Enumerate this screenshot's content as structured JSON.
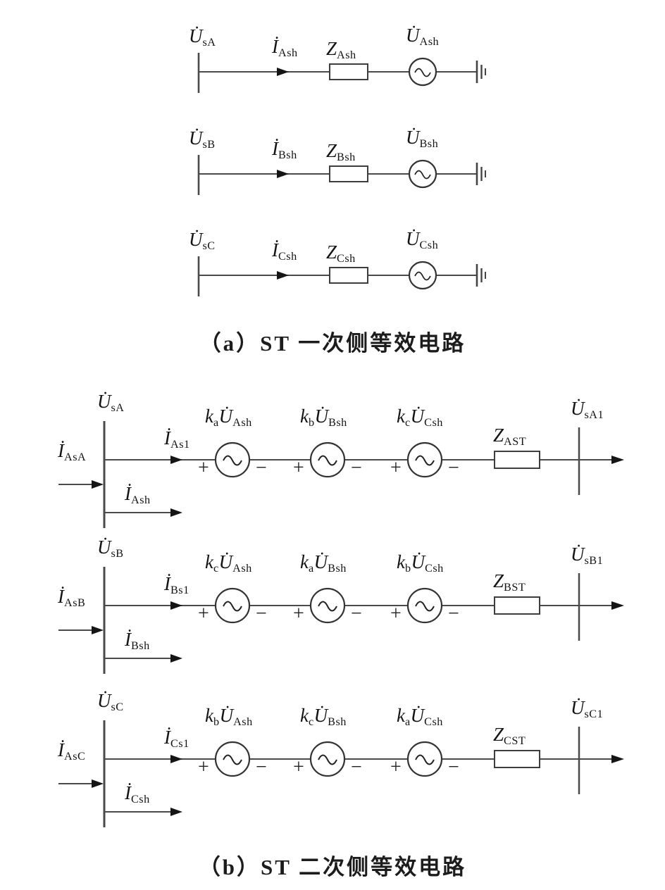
{
  "figure": {
    "background": "#ffffff",
    "line_color": "#4a4a4a",
    "text_color": "#141414",
    "caption_a": "（a）ST 一次侧等效电路",
    "caption_b": "（b）ST 二次侧等效电路"
  },
  "signs": {
    "plus": "+",
    "minus": "−"
  },
  "part_a": {
    "rows": [
      {
        "bus": [
          {
            "t": "U̇",
            "st": "i"
          },
          {
            "t": "sA",
            "st": "s"
          }
        ],
        "current": [
          {
            "t": "İ",
            "st": "i"
          },
          {
            "t": "Ash",
            "st": "s"
          }
        ],
        "impedance": [
          {
            "t": "Z",
            "st": "i"
          },
          {
            "t": "Ash",
            "st": "s"
          }
        ],
        "source": [
          {
            "t": "U̇",
            "st": "i"
          },
          {
            "t": "Ash",
            "st": "s"
          }
        ]
      },
      {
        "bus": [
          {
            "t": "U̇",
            "st": "i"
          },
          {
            "t": "sB",
            "st": "s"
          }
        ],
        "current": [
          {
            "t": "İ",
            "st": "i"
          },
          {
            "t": "Bsh",
            "st": "s"
          }
        ],
        "impedance": [
          {
            "t": "Z",
            "st": "i"
          },
          {
            "t": "Bsh",
            "st": "s"
          }
        ],
        "source": [
          {
            "t": "U̇",
            "st": "i"
          },
          {
            "t": "Bsh",
            "st": "s"
          }
        ]
      },
      {
        "bus": [
          {
            "t": "U̇",
            "st": "i"
          },
          {
            "t": "sC",
            "st": "s"
          }
        ],
        "current": [
          {
            "t": "İ",
            "st": "i"
          },
          {
            "t": "Csh",
            "st": "s"
          }
        ],
        "impedance": [
          {
            "t": "Z",
            "st": "i"
          },
          {
            "t": "Csh",
            "st": "s"
          }
        ],
        "source": [
          {
            "t": "U̇",
            "st": "i"
          },
          {
            "t": "Csh",
            "st": "s"
          }
        ]
      }
    ]
  },
  "part_b": {
    "rows": [
      {
        "bus": [
          {
            "t": "U̇",
            "st": "i"
          },
          {
            "t": "sA",
            "st": "s"
          }
        ],
        "in_current": [
          {
            "t": "İ",
            "st": "i"
          },
          {
            "t": "AsA",
            "st": "s"
          }
        ],
        "series_current": [
          {
            "t": "İ",
            "st": "i"
          },
          {
            "t": "As1",
            "st": "s"
          }
        ],
        "shunt_current": [
          {
            "t": "İ",
            "st": "i"
          },
          {
            "t": "Ash",
            "st": "s"
          }
        ],
        "sources": [
          [
            {
              "t": "k",
              "st": "i"
            },
            {
              "t": "a",
              "st": "s"
            },
            {
              "t": "U̇",
              "st": "i"
            },
            {
              "t": "Ash",
              "st": "s"
            }
          ],
          [
            {
              "t": "k",
              "st": "i"
            },
            {
              "t": "b",
              "st": "s"
            },
            {
              "t": "U̇",
              "st": "i"
            },
            {
              "t": "Bsh",
              "st": "s"
            }
          ],
          [
            {
              "t": "k",
              "st": "i"
            },
            {
              "t": "c",
              "st": "s"
            },
            {
              "t": "U̇",
              "st": "i"
            },
            {
              "t": "Csh",
              "st": "s"
            }
          ]
        ],
        "impedance": [
          {
            "t": "Z",
            "st": "i"
          },
          {
            "t": "AST",
            "st": "s"
          }
        ],
        "out_bus": [
          {
            "t": "U̇",
            "st": "i"
          },
          {
            "t": "sA1",
            "st": "s"
          }
        ]
      },
      {
        "bus": [
          {
            "t": "U̇",
            "st": "i"
          },
          {
            "t": "sB",
            "st": "s"
          }
        ],
        "in_current": [
          {
            "t": "İ",
            "st": "i"
          },
          {
            "t": "AsB",
            "st": "s"
          }
        ],
        "series_current": [
          {
            "t": "İ",
            "st": "i"
          },
          {
            "t": "Bs1",
            "st": "s"
          }
        ],
        "shunt_current": [
          {
            "t": "İ",
            "st": "i"
          },
          {
            "t": "Bsh",
            "st": "s"
          }
        ],
        "sources": [
          [
            {
              "t": "k",
              "st": "i"
            },
            {
              "t": "c",
              "st": "s"
            },
            {
              "t": "U̇",
              "st": "i"
            },
            {
              "t": "Ash",
              "st": "s"
            }
          ],
          [
            {
              "t": "k",
              "st": "i"
            },
            {
              "t": "a",
              "st": "s"
            },
            {
              "t": "U̇",
              "st": "i"
            },
            {
              "t": "Bsh",
              "st": "s"
            }
          ],
          [
            {
              "t": "k",
              "st": "i"
            },
            {
              "t": "b",
              "st": "s"
            },
            {
              "t": "U̇",
              "st": "i"
            },
            {
              "t": "Csh",
              "st": "s"
            }
          ]
        ],
        "impedance": [
          {
            "t": "Z",
            "st": "i"
          },
          {
            "t": "BST",
            "st": "s"
          }
        ],
        "out_bus": [
          {
            "t": "U̇",
            "st": "i"
          },
          {
            "t": "sB1",
            "st": "s"
          }
        ]
      },
      {
        "bus": [
          {
            "t": "U̇",
            "st": "i"
          },
          {
            "t": "sC",
            "st": "s"
          }
        ],
        "in_current": [
          {
            "t": "İ",
            "st": "i"
          },
          {
            "t": "AsC",
            "st": "s"
          }
        ],
        "series_current": [
          {
            "t": "İ",
            "st": "i"
          },
          {
            "t": "Cs1",
            "st": "s"
          }
        ],
        "shunt_current": [
          {
            "t": "İ",
            "st": "i"
          },
          {
            "t": "Csh",
            "st": "s"
          }
        ],
        "sources": [
          [
            {
              "t": "k",
              "st": "i"
            },
            {
              "t": "b",
              "st": "s"
            },
            {
              "t": "U̇",
              "st": "i"
            },
            {
              "t": "Ash",
              "st": "s"
            }
          ],
          [
            {
              "t": "k",
              "st": "i"
            },
            {
              "t": "c",
              "st": "s"
            },
            {
              "t": "U̇",
              "st": "i"
            },
            {
              "t": "Bsh",
              "st": "s"
            }
          ],
          [
            {
              "t": "k",
              "st": "i"
            },
            {
              "t": "a",
              "st": "s"
            },
            {
              "t": "U̇",
              "st": "i"
            },
            {
              "t": "Csh",
              "st": "s"
            }
          ]
        ],
        "impedance": [
          {
            "t": "Z",
            "st": "i"
          },
          {
            "t": "CST",
            "st": "s"
          }
        ],
        "out_bus": [
          {
            "t": "U̇",
            "st": "i"
          },
          {
            "t": "sC1",
            "st": "s"
          }
        ]
      }
    ]
  }
}
